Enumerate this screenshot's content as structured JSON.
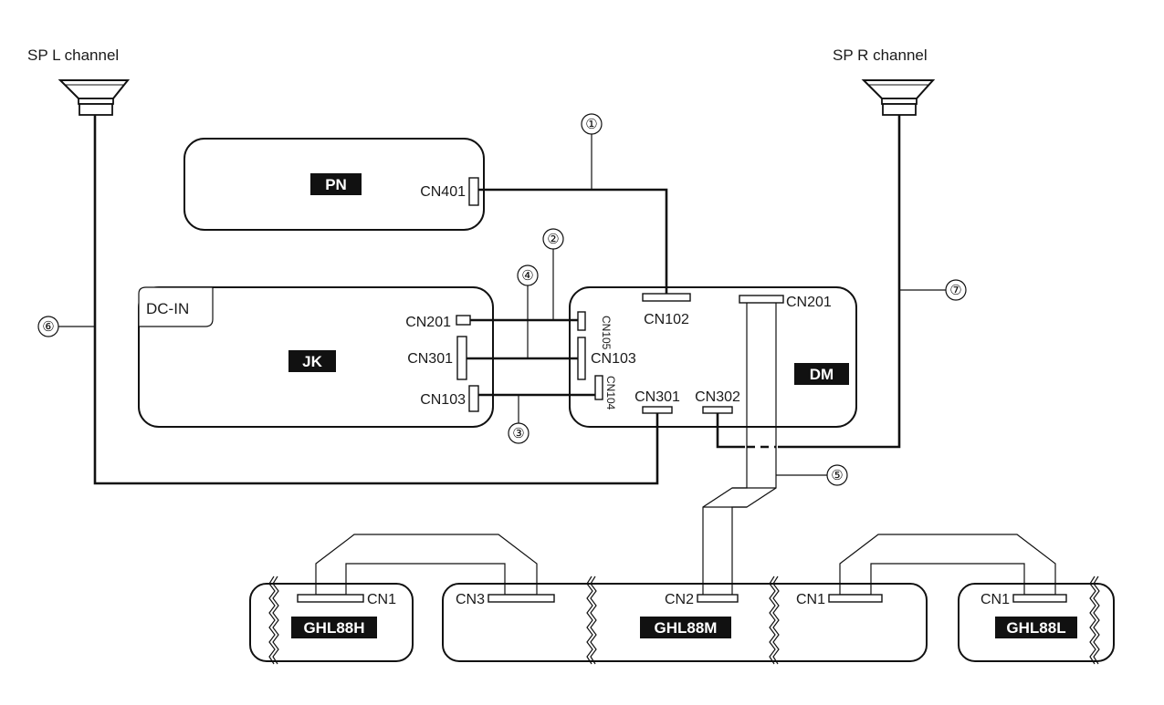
{
  "speakers": {
    "left": "SP L channel",
    "right": "SP R channel"
  },
  "boards": {
    "pn": "PN",
    "jk": "JK",
    "dm": "DM",
    "ghl88h": "GHL88H",
    "ghl88m": "GHL88M",
    "ghl88l": "GHL88L"
  },
  "labels": {
    "dc_in": "DC-IN"
  },
  "connectors": {
    "pn_cn401": "CN401",
    "jk_cn201": "CN201",
    "jk_cn301": "CN301",
    "jk_cn103": "CN103",
    "dm_cn102": "CN102",
    "dm_cn105": "CN105",
    "dm_cn103": "CN103",
    "dm_cn104": "CN104",
    "dm_cn201": "CN201",
    "dm_cn301": "CN301",
    "dm_cn302": "CN302",
    "h_cn1": "CN1",
    "m_cn3": "CN3",
    "m_cn2": "CN2",
    "m_cn1": "CN1",
    "l_cn1": "CN1"
  },
  "cable_numbers": [
    "①",
    "②",
    "③",
    "④",
    "⑤",
    "⑥",
    "⑦"
  ]
}
